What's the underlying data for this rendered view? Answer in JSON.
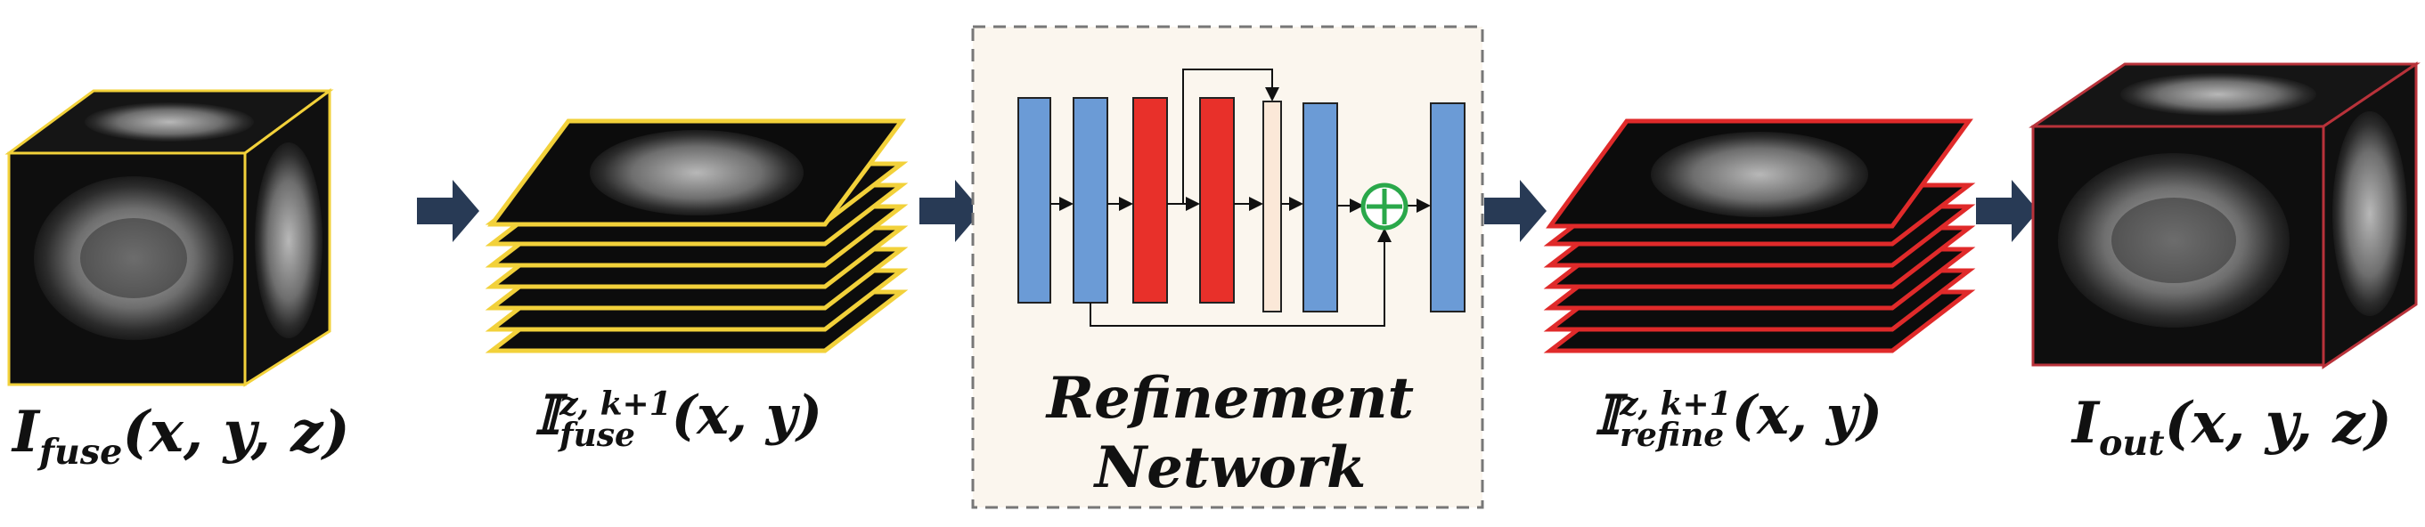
{
  "labels": {
    "input_volume_base": "I",
    "input_volume_sub": "fuse",
    "input_volume_args": "(x, y, z)",
    "fuse_slices_base": "𝕀",
    "fuse_slices_sup": "z, k+1",
    "fuse_slices_sub": "fuse",
    "fuse_slices_args": "(x, y)",
    "network_line1": "Refinement",
    "network_line2": "Network",
    "refine_slices_base": "𝕀",
    "refine_slices_sup": "z, k+1",
    "refine_slices_sub": "refine",
    "refine_slices_args": "(x, y)",
    "output_volume_base": "I",
    "output_volume_sub": "out",
    "output_volume_args": "(x, y, z)"
  },
  "colors": {
    "fuse_border": "#f2d13a",
    "refine_border": "#e02a2a",
    "output_cube_border": "#b8323a",
    "arrow": "#283a55",
    "blue_block": "#6b9bd6",
    "red_block": "#e8302a",
    "peach_block": "#fbe8d8",
    "network_bg": "#fbf6ee",
    "sum_node": "#2aa84a"
  },
  "icons": [
    "right-arrow-icon",
    "plus-circle-icon"
  ]
}
